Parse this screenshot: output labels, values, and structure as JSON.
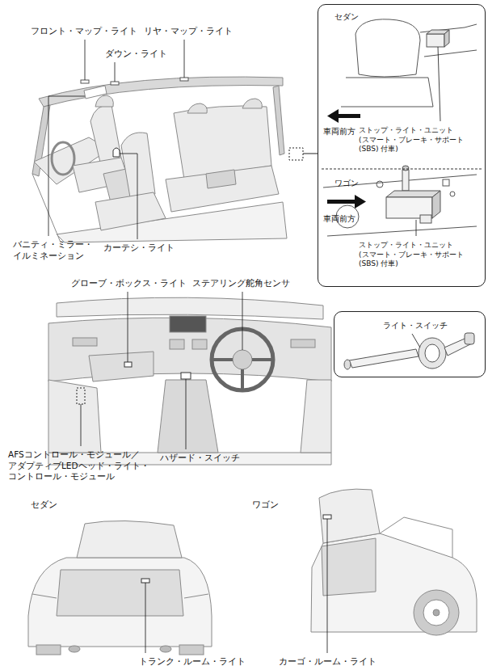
{
  "diagram": {
    "nodes": [
      {
        "text": [
          "セダン",
          "車両前方",
          "ストップ・ライト・ユニット (スマート・ブレーキ・サポート (SBS) 付車)",
          "ワゴン",
          "車両前方",
          "ストップ・ライト・ユニット (スマート・ブレーキ・サポート (SBS) 付車)"
        ]
      },
      {
        "text": [
          "ライト・スイッチ"
        ]
      }
    ],
    "labels": [
      "フロント・マップ・ライト",
      "リヤ・マップ・ライト",
      "ダウン・ライト",
      "バニティ・ミラー・ イルミネーション",
      "カーテシ・ライト",
      "グローブ・ボックス・ライト",
      "ステアリング舵角センサ",
      "AFSコントロール・モジュール／ アダプティブLEDヘッド・ライト・ コントロール・モジュール",
      "ハザード・スイッチ",
      "セダン",
      "ワゴン",
      "トランク・ルーム・ライト",
      "カーゴ・ルーム・ライト"
    ]
  }
}
